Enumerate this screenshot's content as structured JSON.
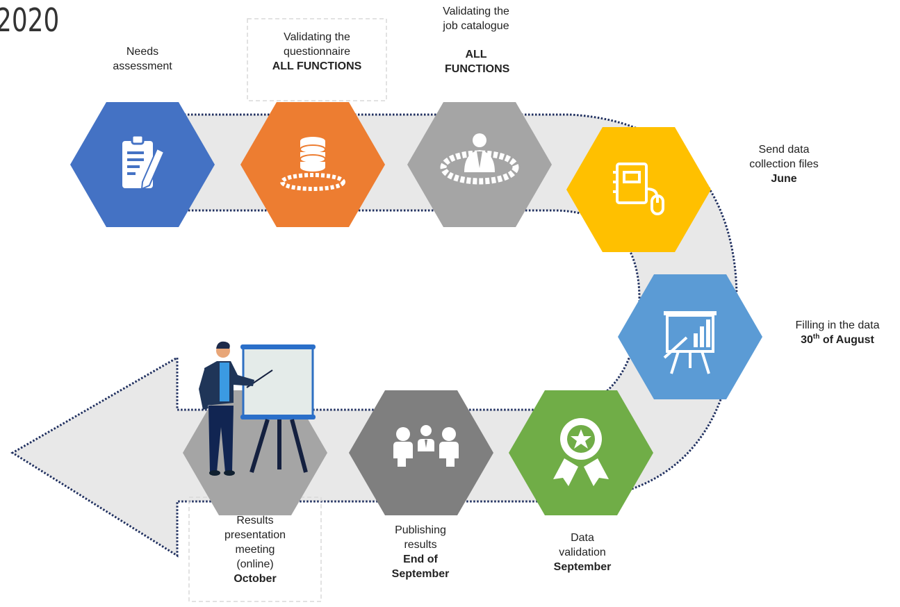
{
  "title": "2020",
  "colors": {
    "needs": "#4472C4",
    "questionnaire": "#ED7D31",
    "catalogue": "#A5A5A5",
    "send": "#FFC000",
    "filling": "#5B9BD5",
    "validation": "#70AD47",
    "publishing": "#7F7F7F",
    "results": "#A5A5A5",
    "path_fill": "#e8e8e8",
    "path_border": "#1f2f5f"
  },
  "steps": [
    {
      "id": "needs",
      "icon": "clipboard-icon",
      "lines": [
        "Needs",
        "assessment"
      ],
      "bold": ""
    },
    {
      "id": "questionnaire",
      "icon": "database-icon",
      "lines": [
        "Validating the",
        "questionnaire"
      ],
      "bold": "ALL FUNCTIONS"
    },
    {
      "id": "catalogue",
      "icon": "person-network-icon",
      "lines": [
        "Validating the",
        "job catalogue"
      ],
      "bold": "ALL FUNCTIONS"
    },
    {
      "id": "send",
      "icon": "notebook-mouse-icon",
      "lines": [
        "Send data",
        "collection files"
      ],
      "bold": "June"
    },
    {
      "id": "filling",
      "icon": "presentation-chart-icon",
      "lines": [
        "Filling in the data"
      ],
      "bold_num": "30",
      "bold_sup": "th",
      "bold_rest": " of August"
    },
    {
      "id": "validation",
      "icon": "award-ribbon-icon",
      "lines": [
        "Data",
        "validation"
      ],
      "bold": "September"
    },
    {
      "id": "publishing",
      "icon": "meeting-people-icon",
      "lines": [
        "Publishing",
        "results"
      ],
      "bold": "End of September"
    },
    {
      "id": "results",
      "icon": "presenter-illustration-icon",
      "lines": [
        "Results",
        "presentation",
        "meeting",
        "(online)"
      ],
      "bold": "October"
    }
  ]
}
